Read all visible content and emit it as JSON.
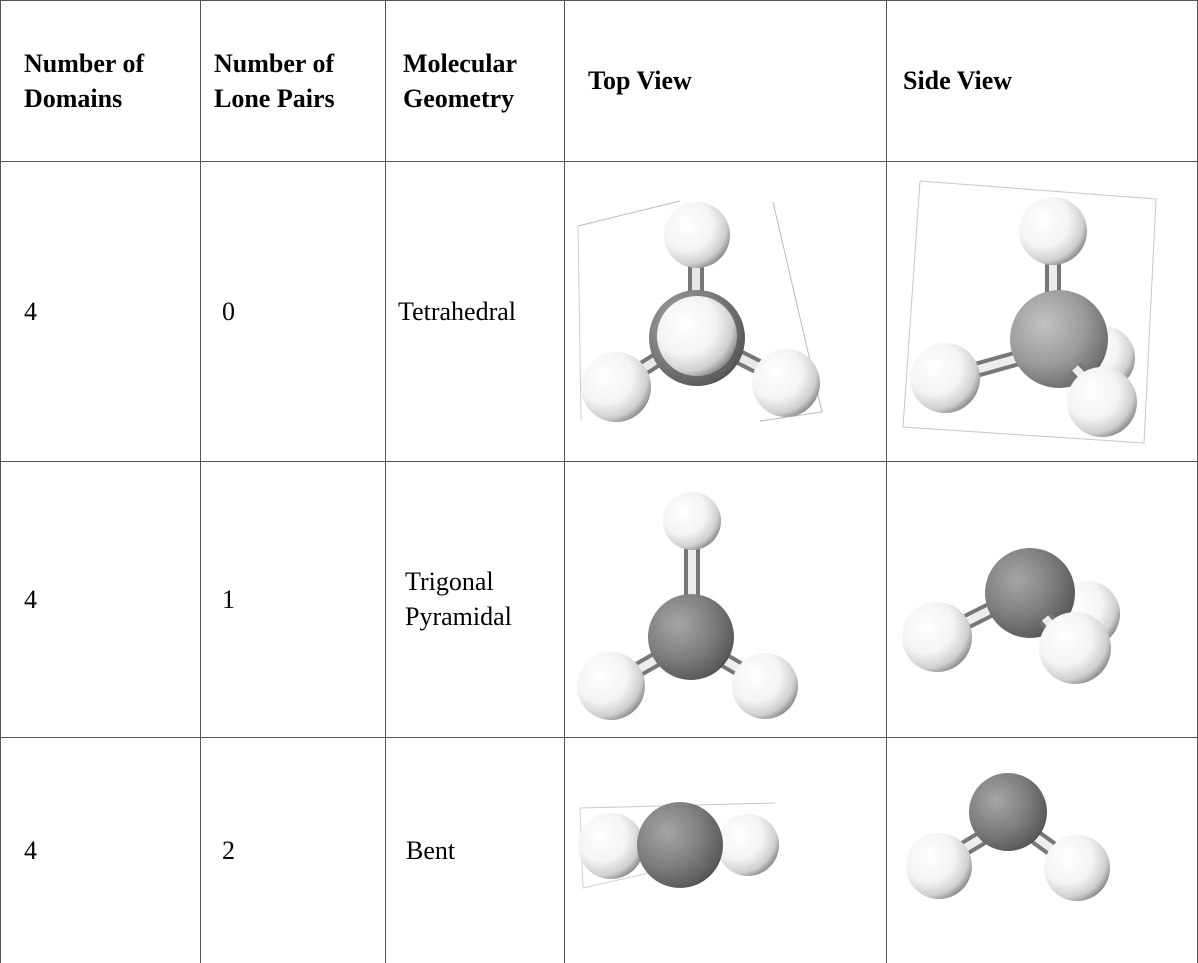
{
  "table": {
    "headers": [
      "Number of Domains",
      "Number of Lone Pairs",
      "Molecular Geometry",
      "Top View",
      "Side View"
    ],
    "rows": [
      {
        "domains": "4",
        "lone_pairs": "0",
        "geometry": "Tetrahedral"
      },
      {
        "domains": "4",
        "lone_pairs": "1",
        "geometry": "Trigonal Pyramidal"
      },
      {
        "domains": "4",
        "lone_pairs": "2",
        "geometry": "Bent"
      }
    ]
  },
  "colors": {
    "central_atom": "#7a7a7a",
    "outer_atom": "#f2f2f2",
    "border": "#555555"
  }
}
